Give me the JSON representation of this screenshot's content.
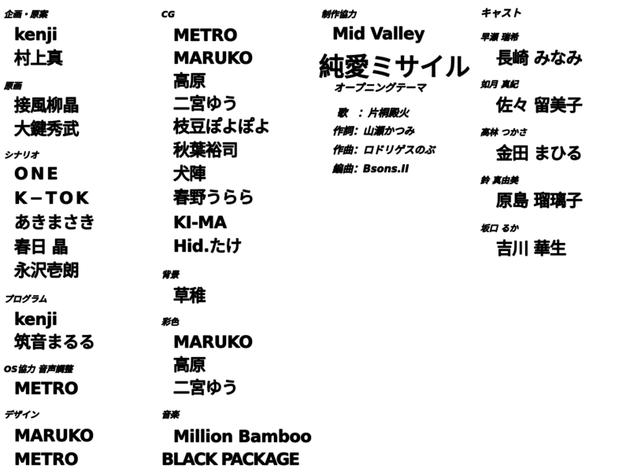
{
  "col1": {
    "planning_label": "企画・原案",
    "planning": [
      "kenji",
      "村上真"
    ],
    "art_label": "原画",
    "art": [
      "接風柳晶",
      "大鍵秀武"
    ],
    "scenario_label": "シナリオ",
    "scenario": [
      "ONE",
      "K−TOK",
      "あきまさき",
      "春日 晶",
      "永沢壱朗"
    ],
    "program_label": "プログラム",
    "program": [
      "kenji",
      "筑音まるる"
    ],
    "os_label": "OS協力 音声調整",
    "os": [
      "METRO"
    ],
    "design_label": "デザイン",
    "design": [
      "MARUKO",
      "METRO"
    ]
  },
  "col2": {
    "cg_label": "CG",
    "cg": [
      "METRO",
      "MARUKO",
      "高原",
      "二宮ゆう",
      "枝豆ぽよぽよ",
      "秋葉裕司",
      "犬陣",
      "春野うらら",
      "KI-MA",
      "Hid.たけ"
    ],
    "bg_label": "背景",
    "bg": [
      "草稚"
    ],
    "color_label": "彩色",
    "color": [
      "MARUKO",
      "高原",
      "二宮ゆう"
    ],
    "music_label": "音楽",
    "music": [
      "Million Bamboo",
      "BLACK PACKAGE"
    ]
  },
  "col3": {
    "coop_label": "制作協力",
    "coop": [
      "Mid Valley"
    ],
    "song_title": "純愛ミサイル",
    "song_subtitle": "オープニングテーマ",
    "song_credits": [
      "歌　：片桐殿火",
      "作詞：山瀬かつみ",
      "作曲：ロドリゲスのぶ",
      "編曲：Bsons.II"
    ]
  },
  "col4": {
    "cast_label": "キャスト",
    "cast": [
      {
        "role": "早瀬 瑞希",
        "actor": "長崎 みなみ"
      },
      {
        "role": "如月 真紀",
        "actor": "佐々 留美子"
      },
      {
        "role": "高林 つかさ",
        "actor": "金田 まひる"
      },
      {
        "role": "鈴 真由美",
        "actor": "原島 瑠璃子"
      },
      {
        "role": "坂口 るか",
        "actor": "吉川 華生"
      }
    ]
  }
}
